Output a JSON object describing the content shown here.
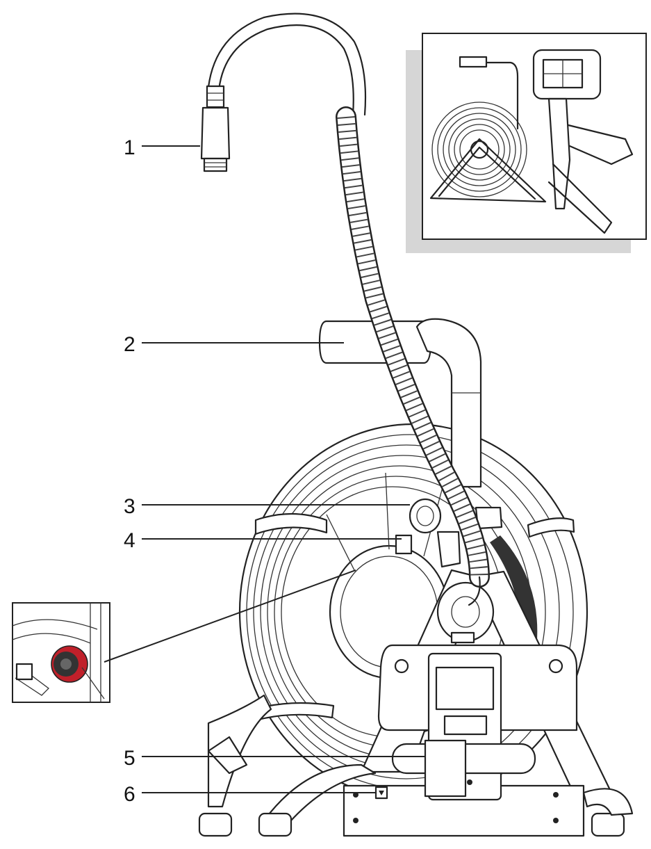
{
  "callouts": [
    {
      "number": "1"
    },
    {
      "number": "2"
    },
    {
      "number": "3"
    },
    {
      "number": "4"
    },
    {
      "number": "5"
    },
    {
      "number": "6"
    }
  ],
  "colors": {
    "line": "#222222",
    "background": "#ffffff",
    "inset_shadow": "#d6d6d6",
    "detail_accent": "#c0202a"
  },
  "insets": [
    {
      "name": "system-overview-inset",
      "content": "reel-and-controller"
    },
    {
      "name": "lock-knob-detail-inset",
      "content": "reel-lock-knob-closeup"
    }
  ]
}
